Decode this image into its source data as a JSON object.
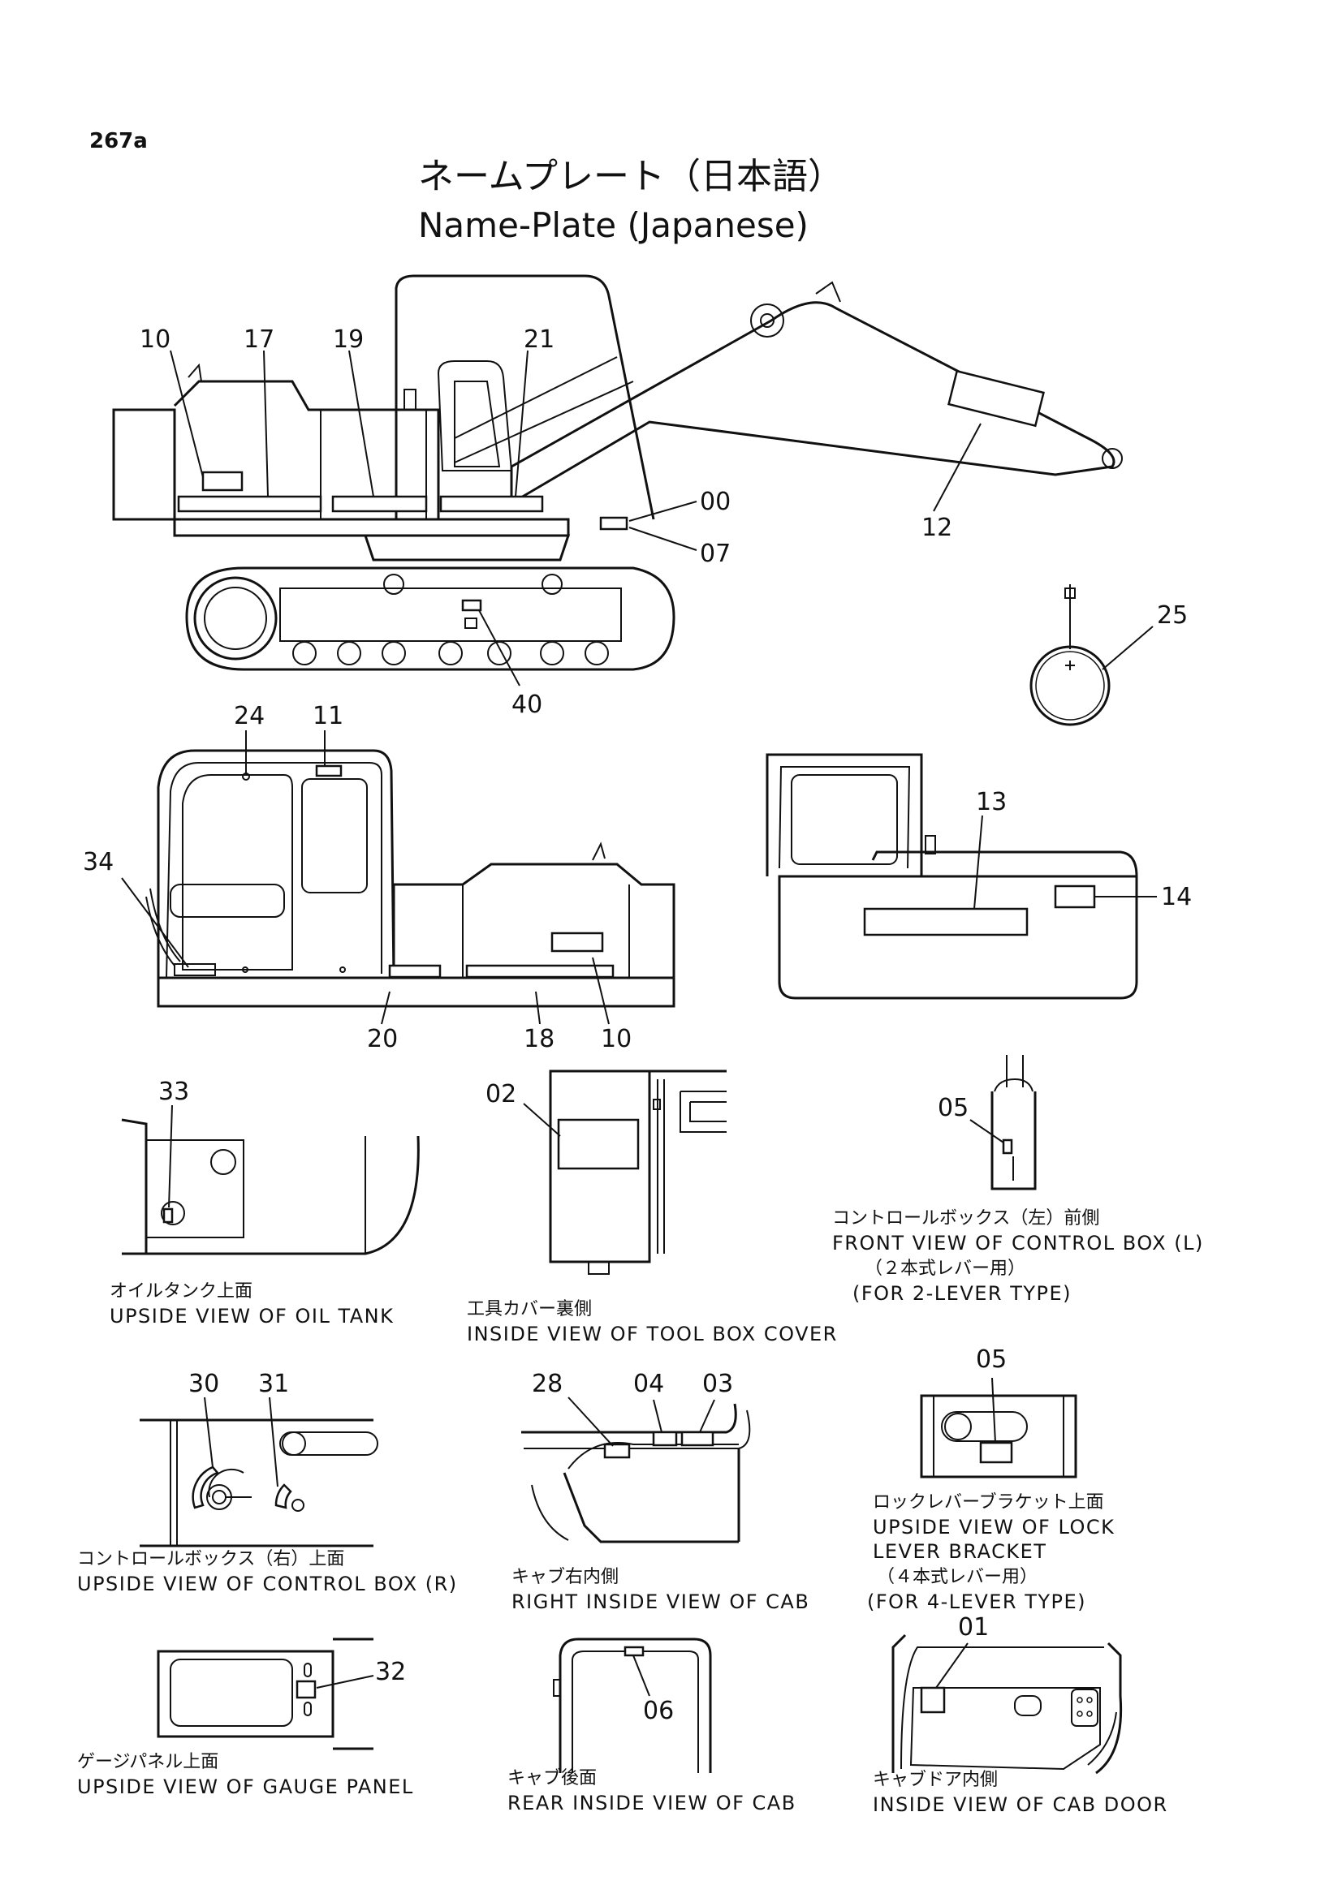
{
  "page_id": "267a",
  "title_jp": "ネームプレート（日本語）",
  "title_en": "Name-Plate (Japanese)",
  "callouts": {
    "c10a": "10",
    "c17": "17",
    "c19": "19",
    "c21": "21",
    "c00": "00",
    "c07": "07",
    "c12": "12",
    "c40": "40",
    "c25": "25",
    "c24": "24",
    "c11": "11",
    "c34": "34",
    "c20": "20",
    "c18": "18",
    "c10b": "10",
    "c13": "13",
    "c14": "14",
    "c33": "33",
    "c02": "02",
    "c05a": "05",
    "c30": "30",
    "c31": "31",
    "c28": "28",
    "c04": "04",
    "c03": "03",
    "c05b": "05",
    "c32": "32",
    "c06": "06",
    "c01": "01"
  },
  "captions": {
    "oil_tank": {
      "jp": "オイルタンク上面",
      "en": "UPSIDE VIEW OF OIL TANK"
    },
    "tool_box": {
      "jp": "工具カバー裏側",
      "en": "INSIDE VIEW OF TOOL BOX COVER"
    },
    "control_box_l": {
      "jp": "コントロールボックス（左）前側",
      "en": "FRONT VIEW OF CONTROL BOX (L)",
      "jp2": "（２本式レバー用）",
      "en2": "(FOR 2-LEVER TYPE)"
    },
    "control_box_r": {
      "jp": "コントロールボックス（右）上面",
      "en": "UPSIDE VIEW OF CONTROL BOX (R)"
    },
    "cab_right": {
      "jp": "キャブ右内側",
      "en": "RIGHT INSIDE VIEW OF CAB"
    },
    "lock_lever": {
      "jp": "ロックレバーブラケット上面",
      "en": "UPSIDE VIEW OF LOCK",
      "en_b": "LEVER BRACKET",
      "jp2": "（４本式レバー用）",
      "en2": "(FOR 4-LEVER TYPE)"
    },
    "gauge_panel": {
      "jp": "ゲージパネル上面",
      "en": "UPSIDE VIEW OF GAUGE PANEL"
    },
    "cab_rear": {
      "jp": "キャブ後面",
      "en": "REAR INSIDE VIEW OF CAB"
    },
    "cab_door": {
      "jp": "キャブドア内側",
      "en": "INSIDE VIEW OF CAB DOOR"
    }
  }
}
